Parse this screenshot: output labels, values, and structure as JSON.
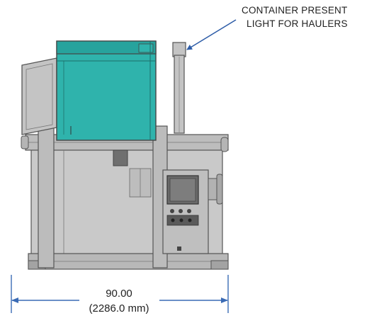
{
  "callout": {
    "line1": "CONTAINER PRESENT",
    "line2": "LIGHT FOR HAULERS"
  },
  "dimension": {
    "value": "90.00",
    "metric": "(2286.0 mm)"
  },
  "colors": {
    "hopper": "#2fb3ac",
    "body": "#c9c9c9",
    "body_dark": "#a9a9a9",
    "outline": "#555555",
    "arrow": "#2e5da8",
    "dim_line": "#3a6bb5"
  }
}
